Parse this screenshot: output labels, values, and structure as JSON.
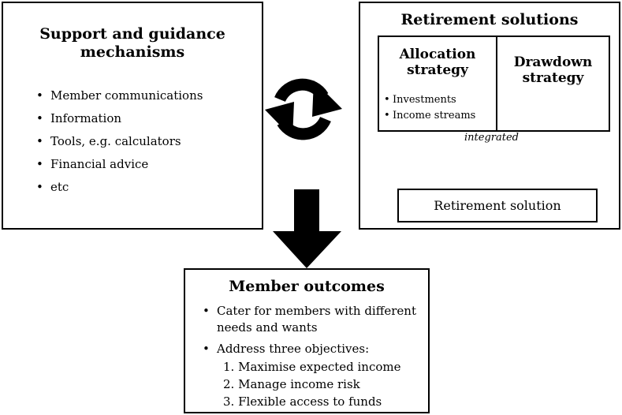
{
  "support": {
    "title_line1": "Support and guidance",
    "title_line2": "mechanisms",
    "items": [
      "Member communications",
      "Information",
      "Tools, e.g. calculators",
      "Financial advice",
      "etc"
    ]
  },
  "retirement": {
    "title": "Retirement solutions",
    "allocation": {
      "title_line1": "Allocation",
      "title_line2": "strategy",
      "items": [
        "Investments",
        "Income streams"
      ]
    },
    "drawdown": {
      "title_line1": "Drawdown",
      "title_line2": "strategy"
    },
    "integrated_label": "integrated",
    "solution_label": "Retirement solution"
  },
  "outcomes": {
    "title": "Member outcomes",
    "bullet1_line1": "Cater for members with different",
    "bullet1_line2": "needs and wants",
    "bullet2": "Address three objectives:",
    "objectives": [
      "1. Maximise expected income",
      "2. Manage income risk",
      "3. Flexible access to funds"
    ]
  }
}
